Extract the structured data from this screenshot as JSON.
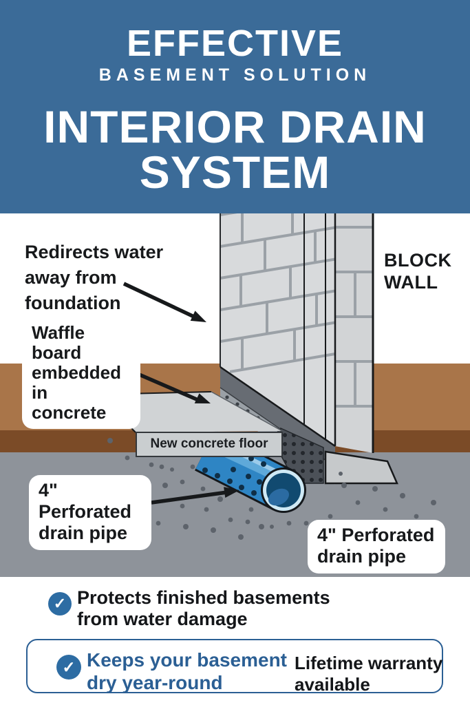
{
  "header": {
    "eyebrow": "EFFECTIVE",
    "subtitle": "BASEMENT SOLUTION",
    "title_line1": "INTERIOR DRAIN",
    "title_line2": "SYSTEM",
    "bg_color": "#3b6b98",
    "text_color": "#ffffff"
  },
  "diagram": {
    "labels": {
      "redirects": {
        "lines": [
          "Redirects water",
          "away from",
          "foundation"
        ]
      },
      "waffle": {
        "lines": [
          "Waffle board",
          "embedded in",
          "concrete"
        ]
      },
      "block_wall": {
        "lines": [
          "BLOCK",
          "WALL"
        ]
      },
      "floor": {
        "text": "New concrete floor"
      },
      "pipe_left": {
        "lines": [
          "4\" Perforated",
          "drain pipe"
        ]
      },
      "pipe_right": {
        "lines": [
          "4\" Perforated",
          "drain pipe"
        ]
      }
    },
    "colors": {
      "soil_brown": "#a97549",
      "soil_brown_dark": "#7b4b27",
      "gravel_gray": "#8e939a",
      "block_fill": "#d8dadc",
      "mortar": "#9ba1a7",
      "pipe_blue": "#2e85c4",
      "pipe_interior": "#114a70",
      "pipe_rim": "#cfe9f5"
    }
  },
  "benefits": {
    "item1": {
      "icon": "check-icon",
      "glyph": "✓",
      "lines": [
        "Protects finished basements",
        "from water damage"
      ]
    },
    "item2": {
      "icon": "check-icon",
      "glyph": "✓",
      "lines": [
        "Keeps your basement",
        "dry year-round"
      ]
    },
    "warranty": {
      "lines": [
        "Lifetime warranty",
        "available"
      ]
    },
    "accent_color": "#2b5f94",
    "check_color": "#2d6ca3"
  }
}
